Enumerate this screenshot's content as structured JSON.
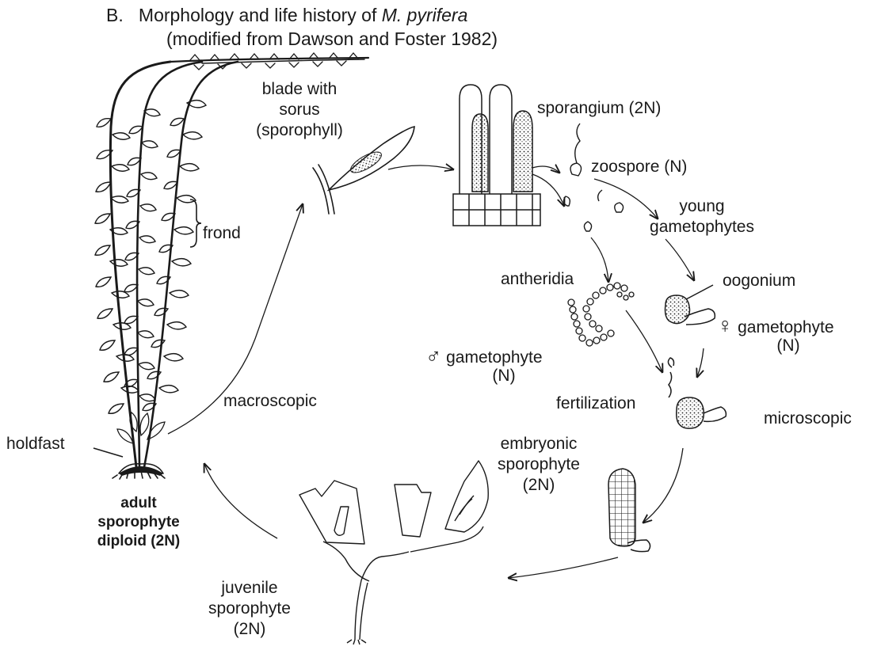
{
  "figure": {
    "panel_letter": "B.",
    "title_prefix": "Morphology and life history of ",
    "title_species": "M. pyrifera",
    "title_line2": "(modified from Dawson and Foster 1982)"
  },
  "labels": {
    "blade_with_sorus": [
      "blade with",
      "sorus",
      "(sporophyll)"
    ],
    "sporangium": "sporangium (2N)",
    "zoospore": "zoospore (N)",
    "young_gametophytes": [
      "young",
      "gametophytes"
    ],
    "frond": "frond",
    "antheridia": "antheridia",
    "oogonium": "oogonium",
    "female_symbol": "♀",
    "female_gametophyte": [
      "gametophyte",
      "(N)"
    ],
    "male_symbol": "♂",
    "male_gametophyte": [
      "gametophyte",
      "(N)"
    ],
    "macroscopic": "macroscopic",
    "fertilization": "fertilization",
    "microscopic": "microscopic",
    "holdfast": "holdfast",
    "embryonic_sporophyte": [
      "embryonic",
      "sporophyte",
      "(2N)"
    ],
    "adult_sporophyte": [
      "adult",
      "sporophyte",
      "diploid (2N)"
    ],
    "juvenile_sporophyte": [
      "juvenile",
      "sporophyte",
      "(2N)"
    ]
  },
  "colors": {
    "ink": "#1a1a1a",
    "background": "#ffffff"
  }
}
